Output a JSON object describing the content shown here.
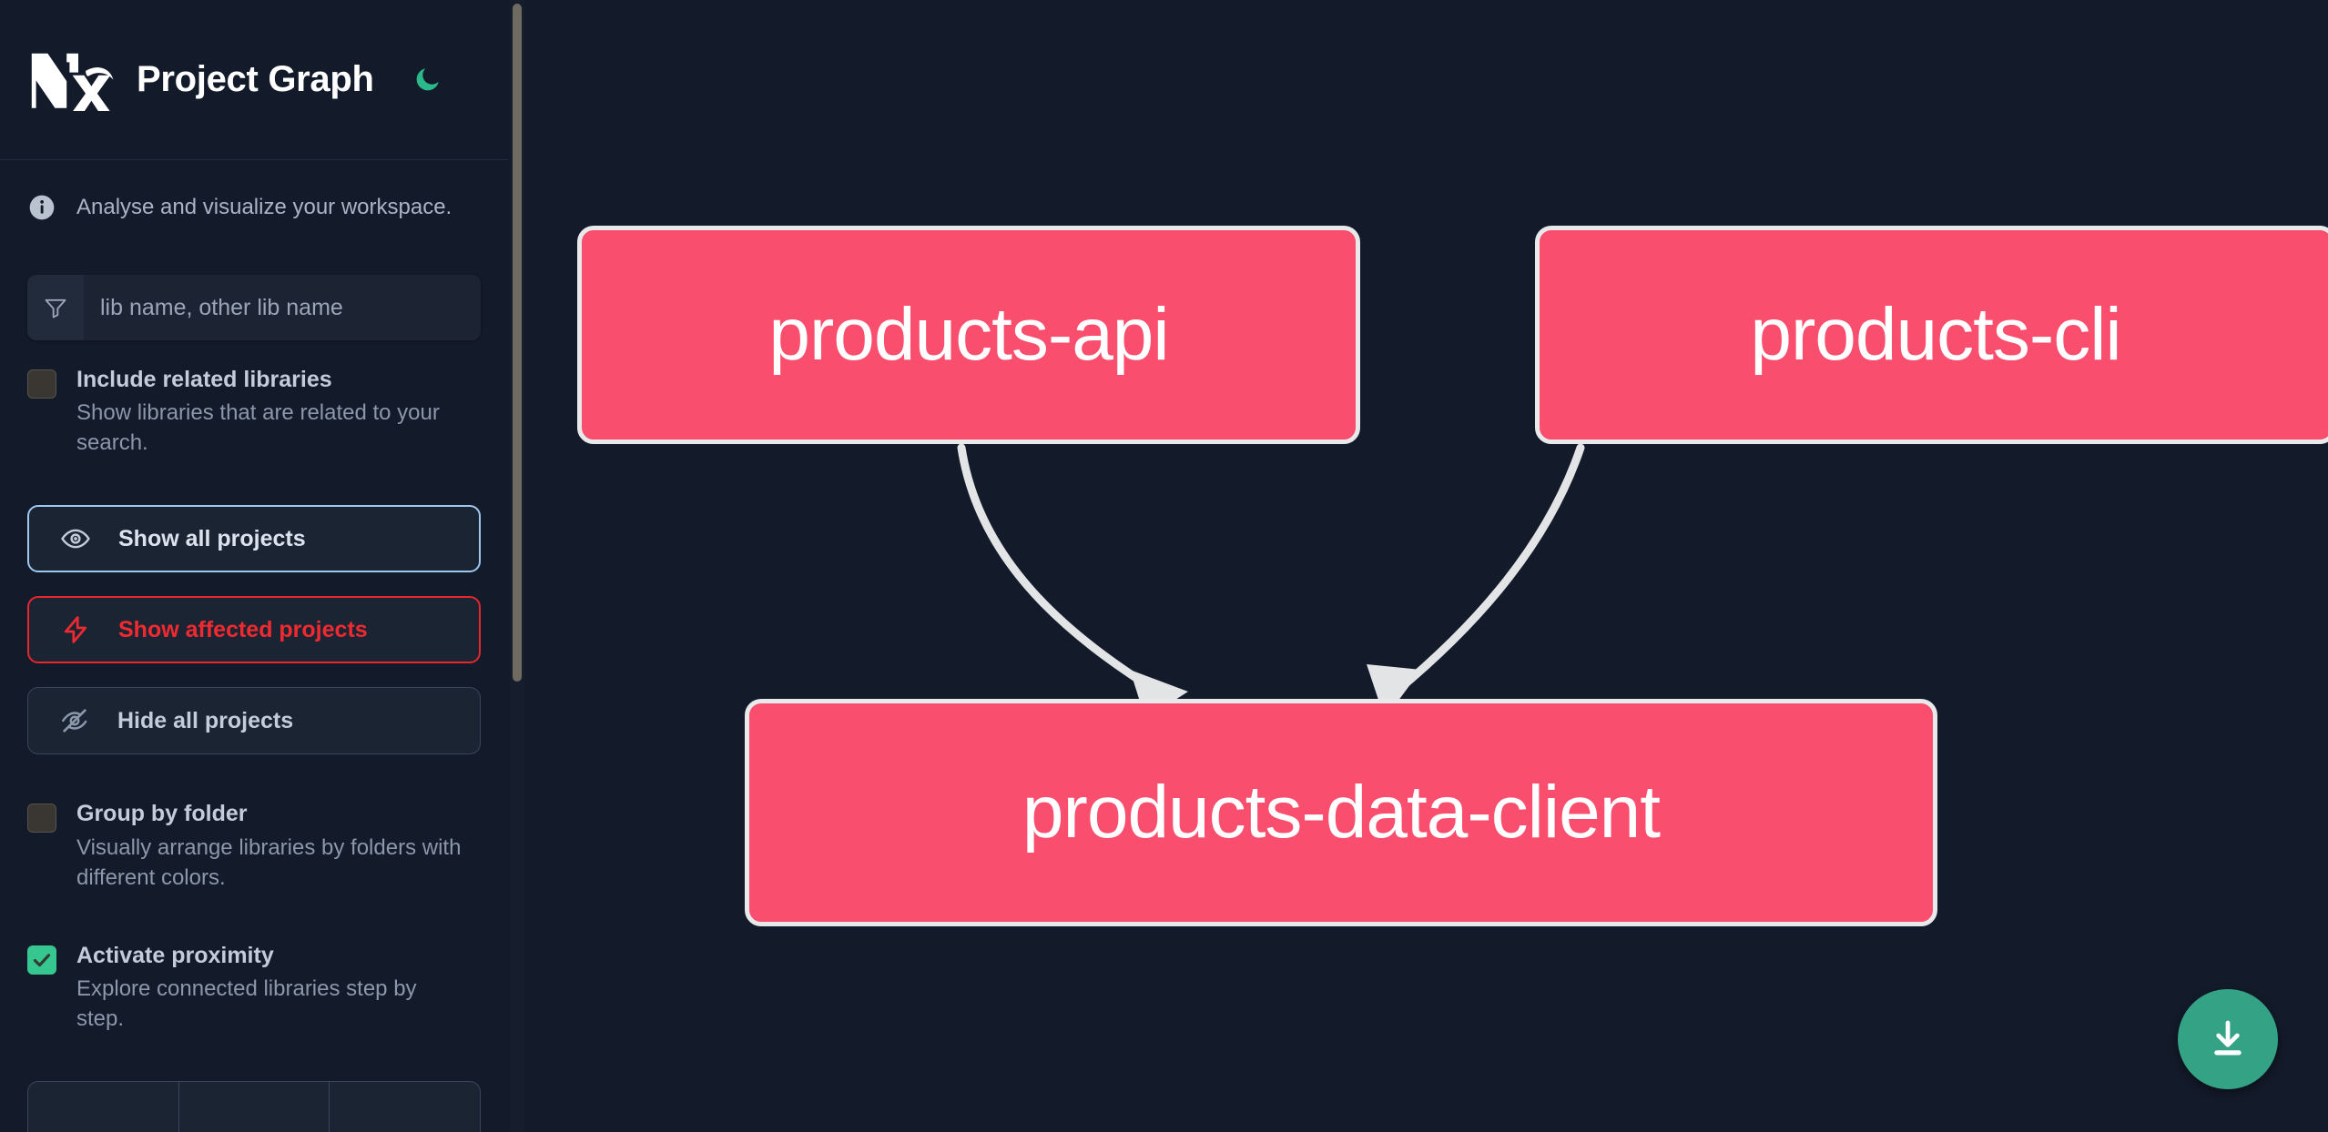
{
  "header": {
    "logo": "nx-logo",
    "title": "Project Graph",
    "theme_toggle_icon": "moon-icon",
    "accent_green": "#36c790"
  },
  "sidebar": {
    "note": {
      "icon": "info-icon",
      "text": "Analyse and visualize your workspace."
    },
    "search": {
      "icon": "filter-icon",
      "placeholder": "lib name, other lib name",
      "value": ""
    },
    "checkboxes": [
      {
        "id": "include-related-libraries",
        "label": "Include related libraries",
        "description": "Show libraries that are related to your search.",
        "checked": false
      },
      {
        "id": "group-by-folder",
        "label": "Group by folder",
        "description": "Visually arrange libraries by folders with different colors.",
        "checked": false
      },
      {
        "id": "activate-proximity",
        "label": "Activate proximity",
        "description": "Explore connected libraries step by step.",
        "checked": true
      }
    ],
    "buttons": [
      {
        "id": "show-all-projects",
        "label": "Show all projects",
        "icon": "eye-icon",
        "style": "blue"
      },
      {
        "id": "show-affected-projects",
        "label": "Show affected projects",
        "icon": "lightning-icon",
        "style": "red"
      },
      {
        "id": "hide-all-projects",
        "label": "Hide all projects",
        "icon": "eye-slash-icon",
        "style": "plain"
      }
    ],
    "colors": {
      "border_blue": "#9ec9ef",
      "border_red": "#e8262c",
      "text_red": "#f02a30",
      "background": "#131a29"
    }
  },
  "graph": {
    "node_color": "#f94e6d",
    "node_border_color": "#e8e9eb",
    "edge_color": "#e2e4e6",
    "background": "#131a29",
    "nodes": [
      {
        "id": "products-api",
        "label": "products-api"
      },
      {
        "id": "products-cli",
        "label": "products-cli"
      },
      {
        "id": "products-data-client",
        "label": "products-data-client"
      }
    ],
    "edges": [
      {
        "from": "products-api",
        "to": "products-data-client"
      },
      {
        "from": "products-cli",
        "to": "products-data-client"
      }
    ],
    "download_button": {
      "icon": "download-icon",
      "color": "#34a284"
    }
  }
}
